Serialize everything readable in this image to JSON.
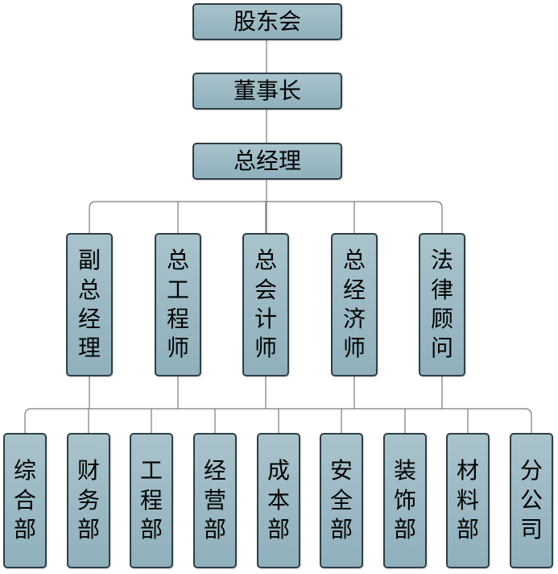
{
  "colors": {
    "box_fill": "#9bb8c3",
    "border": "#2f3e45",
    "connector": "#7a7a7a"
  },
  "top_chain": [
    {
      "label": "股东会"
    },
    {
      "label": "董事长"
    },
    {
      "label": "总经理"
    }
  ],
  "executives": [
    {
      "label": "副总经理"
    },
    {
      "label": "总工程师"
    },
    {
      "label": "总会计师"
    },
    {
      "label": "总经济师"
    },
    {
      "label": "法律顾问"
    }
  ],
  "departments": [
    {
      "label": "综合部"
    },
    {
      "label": "财务部"
    },
    {
      "label": "工程部"
    },
    {
      "label": "经营部"
    },
    {
      "label": "成本部"
    },
    {
      "label": "安全部"
    },
    {
      "label": "装饰部"
    },
    {
      "label": "材料部"
    },
    {
      "label": "分公司"
    }
  ]
}
